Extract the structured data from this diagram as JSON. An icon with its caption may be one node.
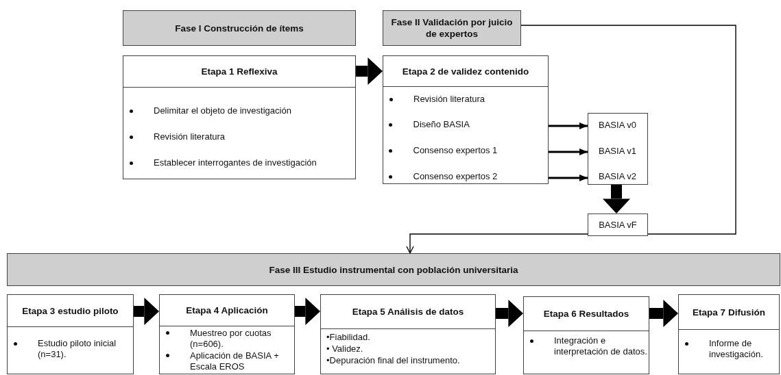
{
  "diagram": {
    "nodes": [
      {
        "text": [
          "Fase I Construcción de ítems"
        ]
      },
      {
        "text": [
          "Fase II Validación por juicio de expertos"
        ]
      },
      {
        "text": [
          "Etapa 1 Reflexiva",
          "Delimitar el objeto de investigación",
          "Revisión literatura",
          "Establecer interrogantes de investigación"
        ]
      },
      {
        "text": [
          "Etapa 2 de validez contenido",
          "Revisión literatura"
        ]
      },
      {
        "text": [
          "Diseño BASIA"
        ],
        "in": 3
      },
      {
        "text": [
          "Consenso expertos 1"
        ],
        "in": 3
      },
      {
        "text": [
          "Consenso expertos 2"
        ],
        "in": 3
      },
      {
        "text": [],
        "shape": "box"
      },
      {
        "text": [
          "BASIA v0"
        ],
        "in": 7
      },
      {
        "text": [
          "BASIA v1"
        ],
        "in": 7
      },
      {
        "text": [
          "BASIA v2"
        ],
        "in": 7
      },
      {
        "text": [
          "BASIA vF"
        ]
      },
      {
        "text": [
          "Fase III Estudio instrumental con población universitaria"
        ]
      },
      {
        "text": [
          "Etapa 3 estudio piloto",
          "Estudio piloto inicial (n=31)."
        ]
      },
      {
        "text": [
          "Etapa 4 Aplicación",
          "Muestreo por cuotas (n=606).",
          "Aplicación de BASIA + Escala EROS"
        ]
      },
      {
        "text": [
          "Etapa 5 Análisis de datos",
          "•Fiabilidad.",
          "• Validez.",
          "•Depuración final del instrumento."
        ]
      },
      {
        "text": [
          "Etapa 6 Resultados",
          "Integración e interpretación de datos."
        ]
      },
      {
        "text": [
          "Etapa 7 Difusión",
          "Informe de investigación."
        ]
      }
    ],
    "edges": [
      {
        "from": 2,
        "to": 3,
        "arrow": "to"
      },
      {
        "from": 4,
        "to": 8,
        "arrow": "to"
      },
      {
        "from": 5,
        "to": 9,
        "arrow": "to"
      },
      {
        "from": 6,
        "to": 10,
        "arrow": "to"
      },
      {
        "from": 7,
        "to": 11,
        "arrow": "to"
      },
      {
        "from": 1,
        "to": 12,
        "arrow": "to"
      },
      {
        "from": 13,
        "to": 14,
        "arrow": "to"
      },
      {
        "from": 14,
        "to": 15,
        "arrow": "to"
      },
      {
        "from": 15,
        "to": 16,
        "arrow": "to"
      },
      {
        "from": 16,
        "to": 17,
        "arrow": "to"
      }
    ]
  }
}
